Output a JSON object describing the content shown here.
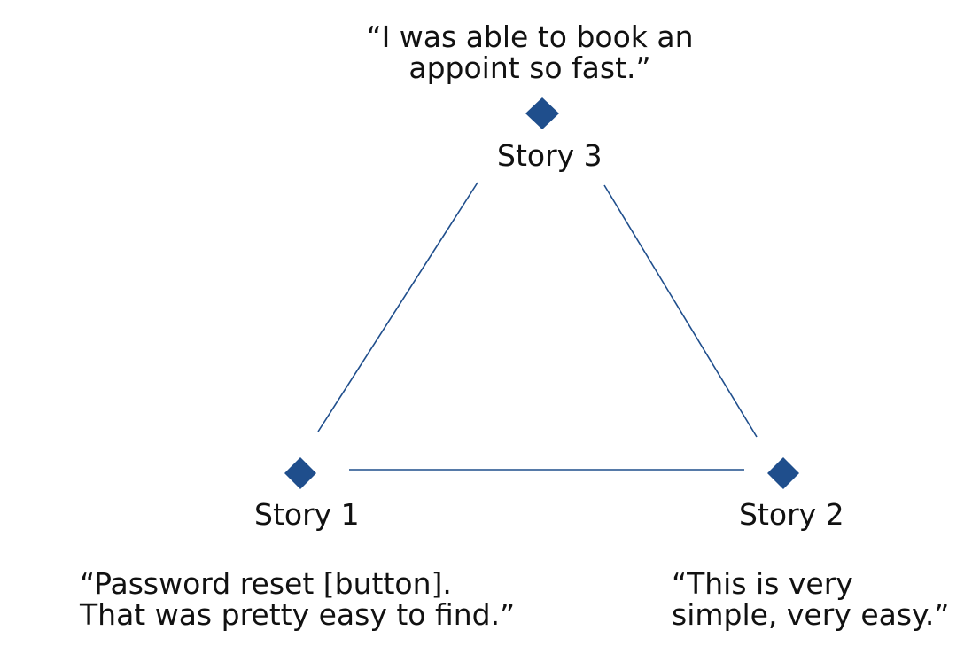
{
  "colors": {
    "accent": "#1f4e8c",
    "text": "#111111",
    "background": "#ffffff"
  },
  "nodes": {
    "story3": {
      "label": "Story 3",
      "quote_line1": "“I was able to book an",
      "quote_line2": "appoint so fast.”",
      "marker": "diamond"
    },
    "story1": {
      "label": "Story 1",
      "quote_line1": "“Password reset [button].",
      "quote_line2": "That was pretty easy to find.”",
      "marker": "diamond"
    },
    "story2": {
      "label": "Story 2",
      "quote_line1": "“This is very",
      "quote_line2": "simple, very easy.”",
      "marker": "diamond"
    }
  },
  "edges": [
    {
      "from": "Story 1",
      "to": "Story 3"
    },
    {
      "from": "Story 3",
      "to": "Story 2"
    },
    {
      "from": "Story 1",
      "to": "Story 2"
    }
  ]
}
